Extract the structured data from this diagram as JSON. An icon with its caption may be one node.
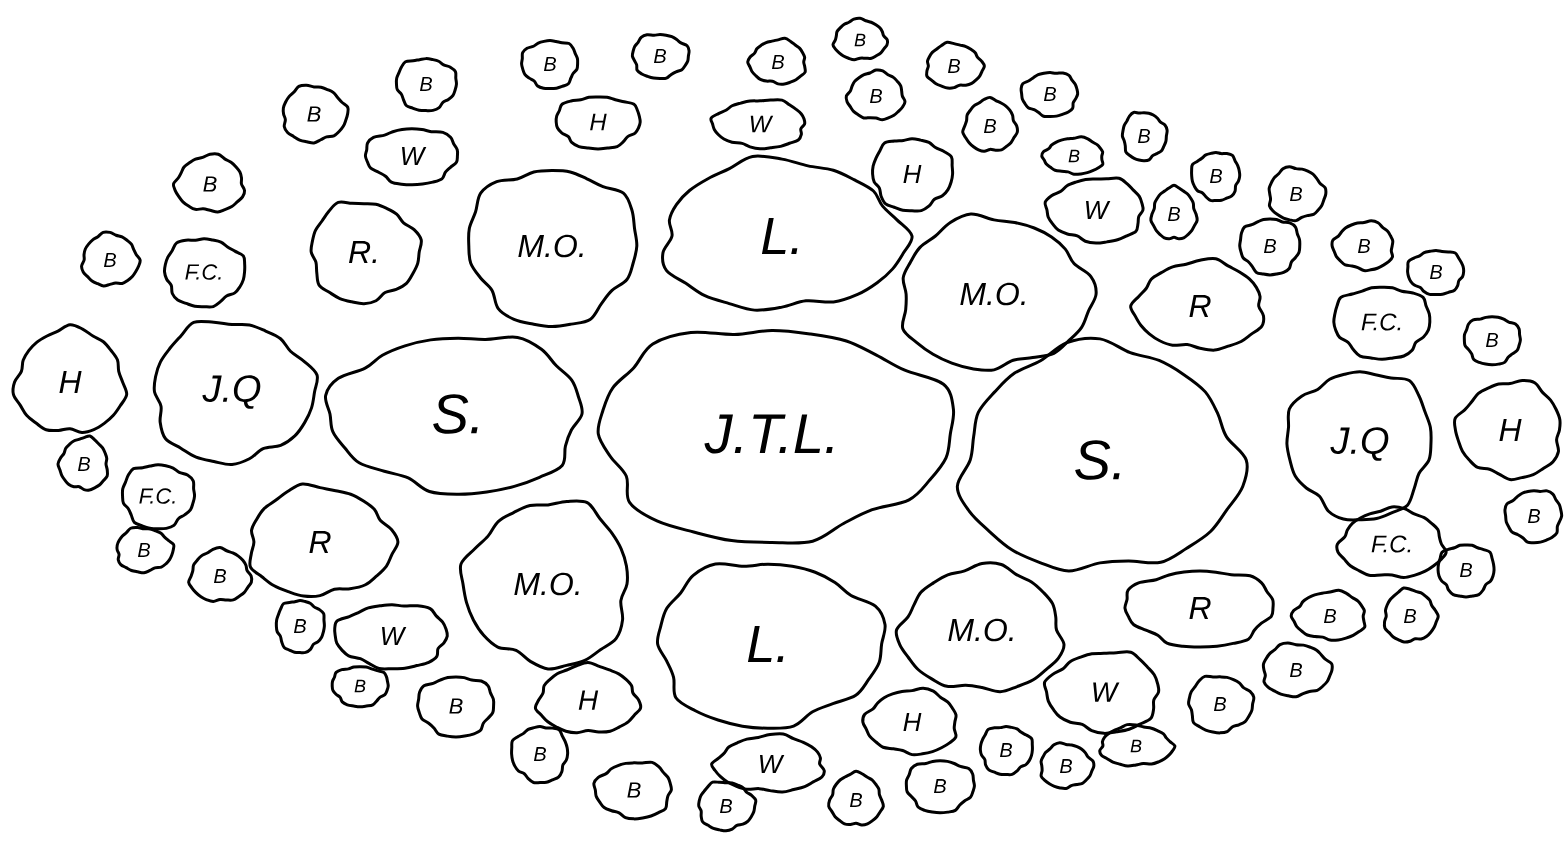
{
  "diagram": {
    "nodes": [
      {
        "text": [
          "B"
        ]
      },
      {
        "text": [
          "B"
        ]
      },
      {
        "text": [
          "B"
        ]
      },
      {
        "text": [
          "B"
        ]
      },
      {
        "text": [
          "B"
        ]
      },
      {
        "text": [
          "B"
        ]
      },
      {
        "text": [
          "B"
        ]
      },
      {
        "text": [
          "B"
        ]
      },
      {
        "text": [
          "B"
        ]
      },
      {
        "text": [
          "H"
        ]
      },
      {
        "text": [
          "W"
        ]
      },
      {
        "text": [
          "B"
        ]
      },
      {
        "text": [
          "B"
        ]
      },
      {
        "text": [
          "W"
        ]
      },
      {
        "text": [
          "B"
        ]
      },
      {
        "text": [
          "L."
        ]
      },
      {
        "text": [
          "H"
        ]
      },
      {
        "text": [
          "B"
        ]
      },
      {
        "text": [
          "B"
        ]
      },
      {
        "text": [
          "B"
        ]
      },
      {
        "text": [
          "M.O."
        ]
      },
      {
        "text": [
          "W"
        ]
      },
      {
        "text": [
          "B"
        ]
      },
      {
        "text": [
          "R."
        ]
      },
      {
        "text": [
          "B"
        ]
      },
      {
        "text": [
          "B"
        ]
      },
      {
        "text": [
          "B"
        ]
      },
      {
        "text": [
          "F.C."
        ]
      },
      {
        "text": [
          "B"
        ]
      },
      {
        "text": [
          "R"
        ]
      },
      {
        "text": [
          "M.O."
        ]
      },
      {
        "text": [
          "B"
        ]
      },
      {
        "text": [
          "S."
        ]
      },
      {
        "text": [
          "H"
        ]
      },
      {
        "text": [
          "J.Q"
        ]
      },
      {
        "text": [
          "F.C."
        ]
      },
      {
        "text": [
          "H"
        ]
      },
      {
        "text": [
          "S."
        ]
      },
      {
        "text": [
          "J.T.L."
        ]
      },
      {
        "text": [
          "J.Q"
        ]
      },
      {
        "text": [
          "B"
        ]
      },
      {
        "text": [
          "R"
        ]
      },
      {
        "text": [
          "F.C."
        ]
      },
      {
        "text": [
          "B"
        ]
      },
      {
        "text": [
          "F.C."
        ]
      },
      {
        "text": [
          "B"
        ]
      },
      {
        "text": [
          "B"
        ]
      },
      {
        "text": [
          "M.O."
        ]
      },
      {
        "text": [
          "B"
        ]
      },
      {
        "text": [
          "L."
        ]
      },
      {
        "text": [
          "R"
        ]
      },
      {
        "text": [
          "B"
        ]
      },
      {
        "text": [
          "B"
        ]
      },
      {
        "text": [
          "B"
        ]
      },
      {
        "text": [
          "W"
        ]
      },
      {
        "text": [
          "M.O."
        ]
      },
      {
        "text": [
          "B"
        ]
      },
      {
        "text": [
          "B"
        ]
      },
      {
        "text": [
          "W"
        ]
      },
      {
        "text": [
          "H"
        ]
      },
      {
        "text": [
          "B"
        ]
      },
      {
        "text": [
          "B"
        ]
      },
      {
        "text": [
          "H"
        ]
      },
      {
        "text": [
          "B"
        ]
      },
      {
        "text": [
          "B"
        ]
      },
      {
        "text": [
          "B"
        ]
      },
      {
        "text": [
          "W"
        ]
      },
      {
        "text": [
          "B"
        ]
      },
      {
        "text": [
          "B"
        ]
      },
      {
        "text": [
          "B"
        ]
      },
      {
        "text": [
          "B"
        ]
      },
      {
        "text": [
          "B"
        ]
      }
    ]
  }
}
